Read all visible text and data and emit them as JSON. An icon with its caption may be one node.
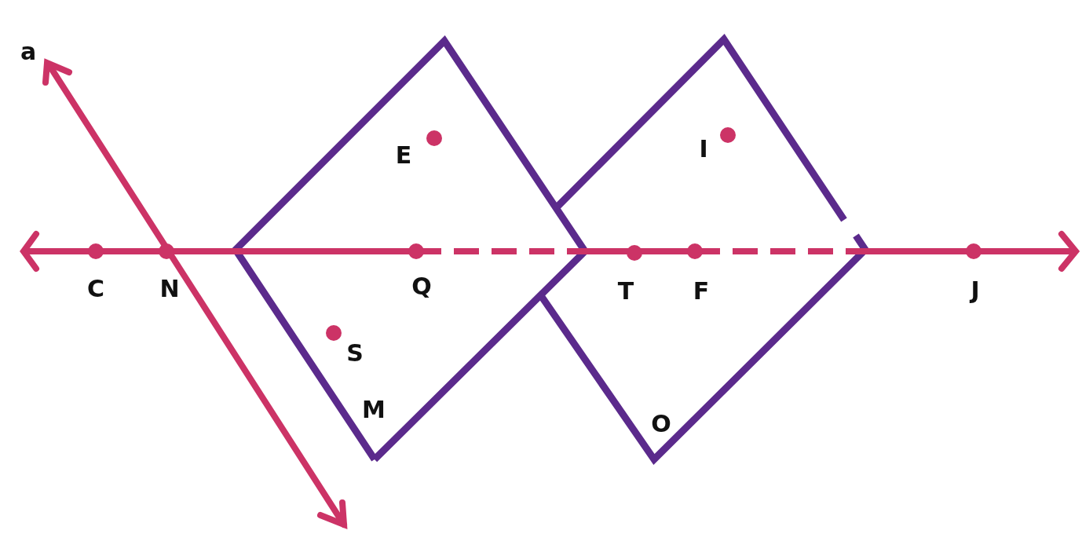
{
  "diagram": {
    "labels": [
      "a",
      "E",
      "I",
      "C",
      "N",
      "Q",
      "T",
      "F",
      "J",
      "S",
      "M",
      "O"
    ]
  }
}
